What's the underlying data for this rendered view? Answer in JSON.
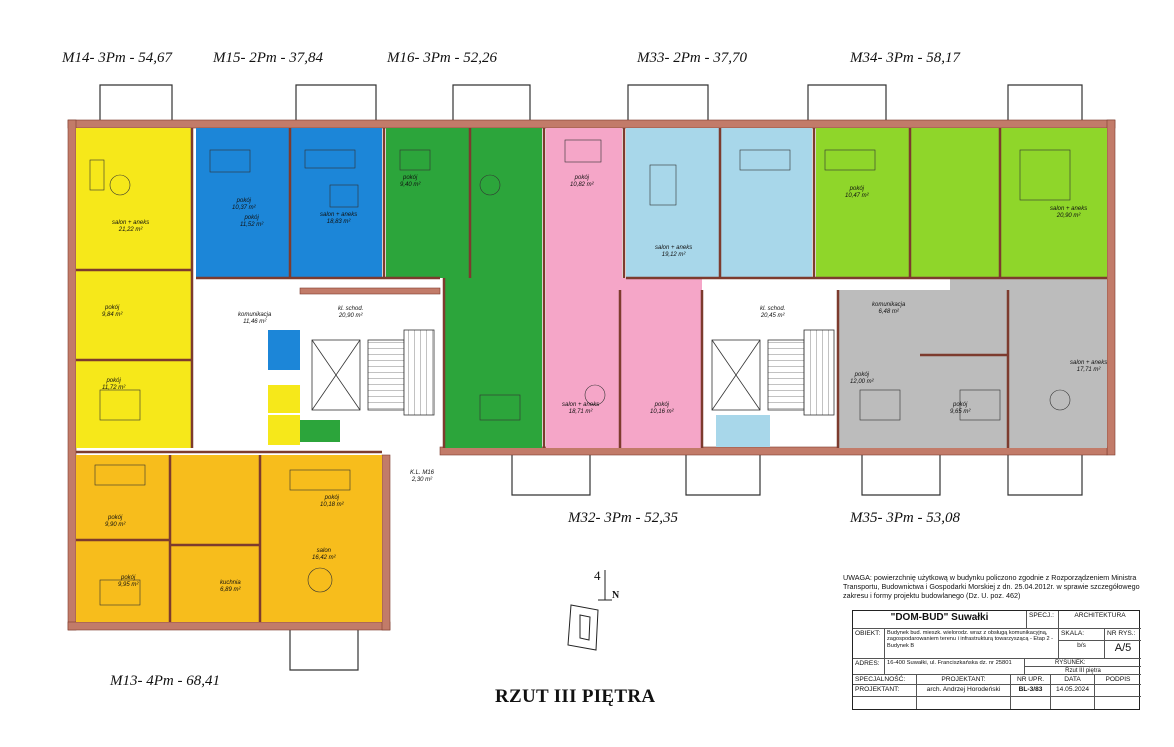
{
  "apartments_top": [
    {
      "id": "m14",
      "label": "M14- 3Pm - 54,67"
    },
    {
      "id": "m15",
      "label": "M15- 2Pm - 37,84"
    },
    {
      "id": "m16",
      "label": "M16- 3Pm - 52,26"
    },
    {
      "id": "m33",
      "label": "M33- 2Pm - 37,70"
    },
    {
      "id": "m34",
      "label": "M34- 3Pm - 58,17"
    }
  ],
  "apartments_bottom": [
    {
      "id": "m32",
      "label": "M32- 3Pm - 52,35"
    },
    {
      "id": "m35",
      "label": "M35- 3Pm - 53,08"
    },
    {
      "id": "m13",
      "label": "M13- 4Pm - 68,41"
    }
  ],
  "rooms": [
    {
      "id": "r1",
      "text": "salon + aneks\n21,22 m²"
    },
    {
      "id": "r2",
      "text": "pokój\n10,37 m²"
    },
    {
      "id": "r3",
      "text": "pokój\n11,52 m²"
    },
    {
      "id": "r4",
      "text": "salon + aneks\n18,83 m²"
    },
    {
      "id": "r5",
      "text": "pokój\n9,40 m²"
    },
    {
      "id": "r6",
      "text": "pokój\n10,82 m²"
    },
    {
      "id": "r7",
      "text": "salon + aneks\n19,12 m²"
    },
    {
      "id": "r8",
      "text": "pokój\n10,47 m²"
    },
    {
      "id": "r9",
      "text": "salon + aneks\n20,90 m²"
    },
    {
      "id": "r10",
      "text": "pokój\n9,84 m²"
    },
    {
      "id": "r11",
      "text": "pokój\n11,72 m²"
    },
    {
      "id": "r12",
      "text": "komunikacja\n11,46 m²"
    },
    {
      "id": "r13",
      "text": "kl. schod.\n20,90 m²"
    },
    {
      "id": "r14",
      "text": "kl. schod.\n20,45 m²"
    },
    {
      "id": "r15",
      "text": "komunikacja\n6,48 m²"
    },
    {
      "id": "r16",
      "text": "salon + aneks\n18,71 m²"
    },
    {
      "id": "r17",
      "text": "pokój\n10,16 m²"
    },
    {
      "id": "r18",
      "text": "pokój\n12,00 m²"
    },
    {
      "id": "r19",
      "text": "salon + aneks\n17,71 m²"
    },
    {
      "id": "r20",
      "text": "pokój\n9,65 m²"
    },
    {
      "id": "r21",
      "text": "pokój\n9,90 m²"
    },
    {
      "id": "r22",
      "text": "pokój\n10,18 m²"
    },
    {
      "id": "r23",
      "text": "salon\n16,42 m²"
    },
    {
      "id": "r24",
      "text": "pokój\n9,95 m²"
    },
    {
      "id": "r25",
      "text": "kuchnia\n6,89 m²"
    },
    {
      "id": "r26",
      "text": "K.L. M16\n2,30 m²"
    }
  ],
  "colors": {
    "yellow": "#f6e81a",
    "orange": "#f7bd1c",
    "blue": "#1c86d8",
    "green": "#2ca53b",
    "pink": "#f5a6c8",
    "lightblue": "#a8d7ea",
    "lime": "#8fd62a",
    "gray": "#bcbcbc",
    "wall": "#a85a4a"
  },
  "north": {
    "letter": "N",
    "number": "4"
  },
  "note": "UWAGA: powierzchnię użytkową w budynku policzono zgodnie z Rozporządzeniem Ministra Transportu, Budownictwa i Gospodarki Morskiej z dn. 25.04.2012r. w sprawie szczegółowego zakresu i formy projektu budowlanego (Dz. U. poz. 462)",
  "drawing_title": "RZUT III PIĘTRA",
  "title_block": {
    "company": "\"DOM-BUD\" Suwałki",
    "spec_label": "SPECJ.:",
    "spec_value": "ARCHITEKTURA",
    "obiekt_label": "OBIEKT:",
    "obiekt_value": "Budynek bud. mieszk. wielorodz. wraz z obsługą komunikacyjną, zagospodarowaniem terenu i infrastrukturą towarzyszącą - Etap 2 - Budynek B",
    "skala_label": "SKALA:",
    "skala_value": "b/s",
    "nr_rys_label": "NR RYS.:",
    "nr_rys_value": "A/5",
    "adres_label": "ADRES:",
    "adres_value": "16-400 Suwałki, ul. Franciszkańska dz. nr 25801",
    "rysunek_label": "RYSUNEK:",
    "rysunek_value": "Rzut III piętra",
    "specjalnosc_label": "SPECJALNOŚĆ:",
    "projektant_col": "PROJEKTANT:",
    "nr_upr_col": "NR UPR.",
    "data_col": "DATA",
    "podpis_col": "PODPIS",
    "projektant_label": "PROJEKTANT:",
    "projektant_name": "arch. Andrzej Horodeński",
    "nr_upr_value": "BL-3/83",
    "data_value": "14.05.2024"
  }
}
